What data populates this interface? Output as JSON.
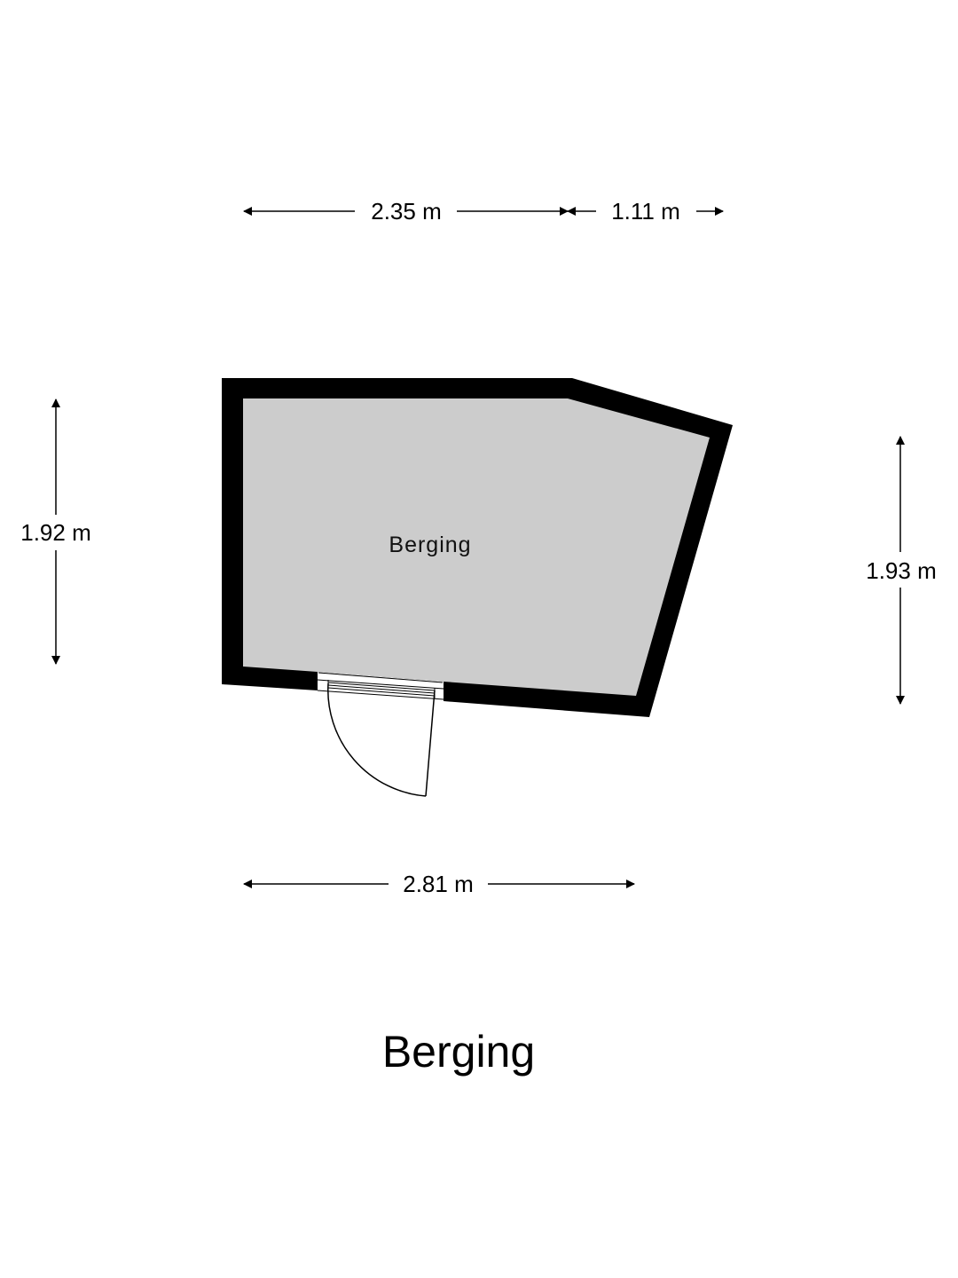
{
  "plan": {
    "title": "Berging",
    "rooms": [
      {
        "name": "Berging"
      }
    ],
    "dimensions": {
      "top_left": "2.35 m",
      "top_right": "1.11 m",
      "left": "1.92 m",
      "right": "1.93 m",
      "bottom": "2.81 m"
    }
  },
  "colors": {
    "wall": "#000000",
    "floor": "#cccccc"
  }
}
